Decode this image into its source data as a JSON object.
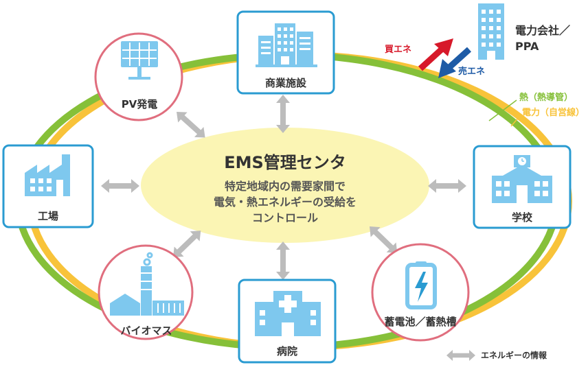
{
  "center": {
    "title": "EMS管理センタ",
    "desc_line1": "特定地域内の需要家間で",
    "desc_line2": "電気・熱エネルギーの受給を",
    "desc_line3": "コントロール"
  },
  "nodes": {
    "commercial": "商業施設",
    "pv": "PV発電",
    "factory": "工場",
    "school": "学校",
    "biomass": "バイオマス",
    "hospital": "病院",
    "battery": "蓄電池／蓄熱槽"
  },
  "utility": {
    "line1": "電力会社／",
    "line2": "PPA",
    "buy": "買エネ",
    "sell": "売エネ"
  },
  "lines": {
    "heat": "熱（熱導管）",
    "power": "電力（自営線）"
  },
  "legend": {
    "info": "エネルギーの情報"
  },
  "colors": {
    "blue": "#2a9bd1",
    "light_blue": "#7ec8ee",
    "pink": "#e06e7e",
    "green": "#86c039",
    "yellow": "#f8c33a",
    "center_fill": "#fbf5b4",
    "gray_arrow": "#bcbcbc",
    "buy_red": "#d7192a",
    "sell_blue": "#1e5ba6"
  }
}
